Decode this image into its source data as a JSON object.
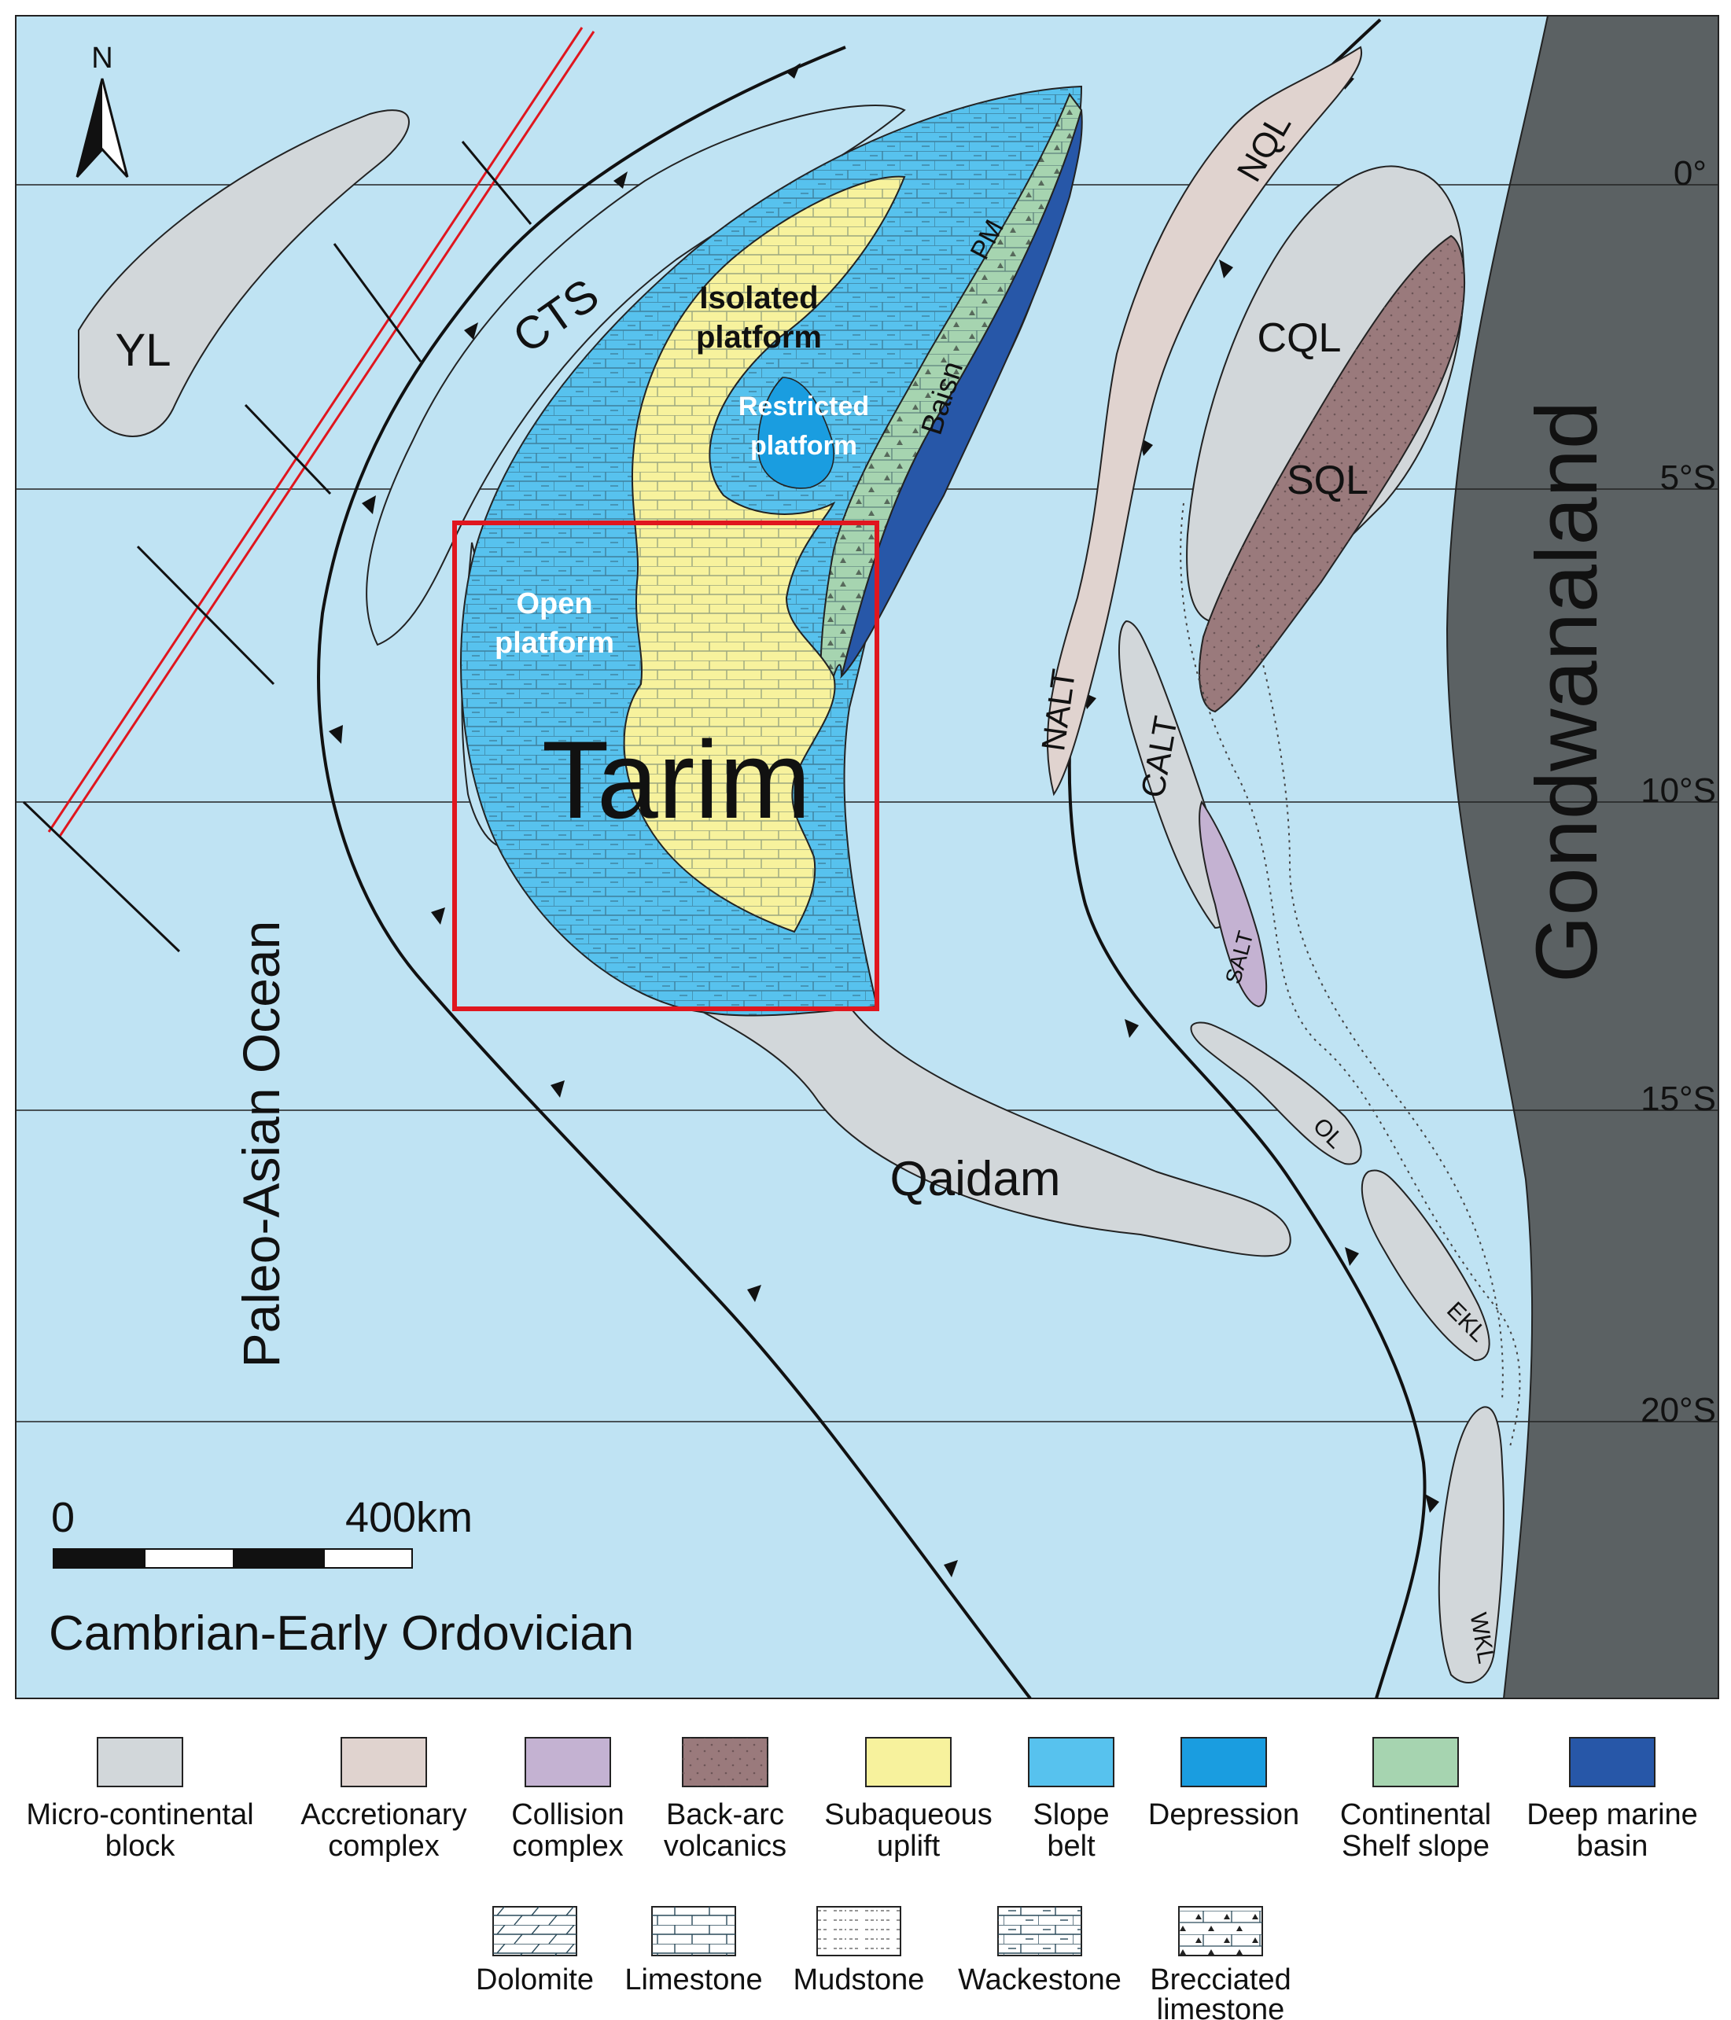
{
  "colors": {
    "ocean": "#bfe3f3",
    "gondwana": "#5b6163",
    "micro_continental": "#d2d7da",
    "accretionary": "#e0d3cf",
    "collision": "#c4b2d2",
    "back_arc": "#9a7a7c",
    "subaqueous_uplift": "#f7f29d",
    "slope_belt": "#57c2ee",
    "depression": "#1a9de0",
    "shelf_slope": "#a6d4b0",
    "deep_marine": "#2757a8",
    "frame_red": "#e0161e",
    "ridge_red": "#e0161e"
  },
  "map": {
    "north_label": "N",
    "latitudes": [
      "0°",
      "5°S",
      "10°S",
      "15°S",
      "20°S"
    ],
    "labels": {
      "yl": "YL",
      "cts": "CTS",
      "tarim": "Tarim",
      "isolated_1": "Isolated",
      "isolated_2": "platform",
      "restricted_1": "Restricted",
      "restricted_2": "platform",
      "open_1": "Open",
      "open_2": "platform",
      "pm": "PM",
      "basin": "Baisn",
      "nql": "NQL",
      "cql": "CQL",
      "sql": "SQL",
      "nalt": "NALT",
      "calt": "CALT",
      "salt": "SALT",
      "ol": "OL",
      "ekl": "EKL",
      "wkl": "WKL",
      "qaidam": "Qaidam",
      "gondwanaland": "Gondwanaland",
      "paleo_asian_ocean": "Paleo-Asian Ocean"
    },
    "scale": {
      "start": "0",
      "end": "400km"
    },
    "period": "Cambrian-Early Ordovician"
  },
  "legend": {
    "color_items": [
      {
        "line1": "Micro-continental",
        "line2": "block",
        "color": "#d2d7da"
      },
      {
        "line1": "Accretionary",
        "line2": "complex",
        "color": "#e0d3cf"
      },
      {
        "line1": "Collision",
        "line2": "complex",
        "color": "#c4b2d2"
      },
      {
        "line1": "Back-arc",
        "line2": "volcanics",
        "color": "#9a7a7c"
      },
      {
        "line1": "Subaqueous",
        "line2": "uplift",
        "color": "#f7f29d"
      },
      {
        "line1": "Slope",
        "line2": "belt",
        "color": "#57c2ee"
      },
      {
        "line1": "Depression",
        "line2": "",
        "color": "#1a9de0"
      },
      {
        "line1": "Continental",
        "line2": "Shelf slope",
        "color": "#a6d4b0"
      },
      {
        "line1": "Deep marine",
        "line2": "basin",
        "color": "#2757a8"
      }
    ],
    "pattern_items": [
      {
        "line1": "Dolomite",
        "line2": "",
        "pattern": "dolomite"
      },
      {
        "line1": "Limestone",
        "line2": "",
        "pattern": "limestone"
      },
      {
        "line1": "Mudstone",
        "line2": "",
        "pattern": "mudstone"
      },
      {
        "line1": "Wackestone",
        "line2": "",
        "pattern": "wackestone"
      },
      {
        "line1": "Brecciated",
        "line2": "limestone",
        "pattern": "brecciated"
      }
    ]
  }
}
